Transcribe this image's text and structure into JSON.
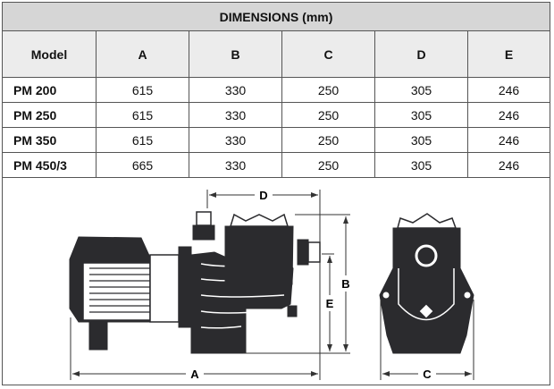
{
  "table": {
    "title": "DIMENSIONS (mm)",
    "headers": [
      "Model",
      "A",
      "B",
      "C",
      "D",
      "E"
    ],
    "rows": [
      [
        "PM 200",
        "615",
        "330",
        "250",
        "305",
        "246"
      ],
      [
        "PM 250",
        "615",
        "330",
        "250",
        "305",
        "246"
      ],
      [
        "PM 350",
        "615",
        "330",
        "250",
        "305",
        "246"
      ],
      [
        "PM 450/3",
        "665",
        "330",
        "250",
        "305",
        "246"
      ]
    ]
  },
  "drawing": {
    "labels": {
      "A": "A",
      "B": "B",
      "C": "C",
      "D": "D",
      "E": "E"
    }
  },
  "colors": {
    "title_bg": "#d6d6d6",
    "header_bg": "#ececec",
    "pump": "#2b2b2e"
  }
}
